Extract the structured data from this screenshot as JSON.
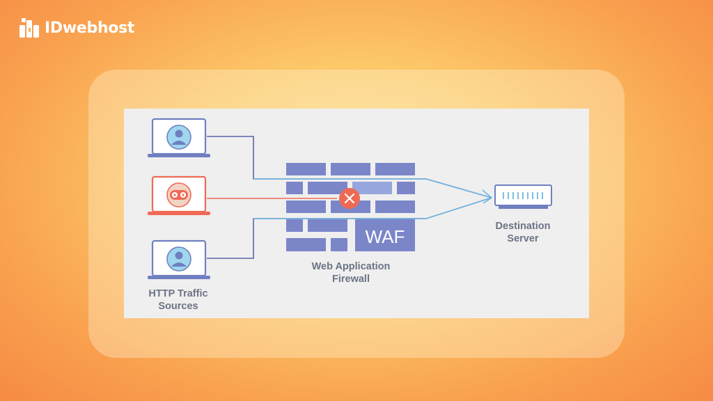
{
  "brand": {
    "name": "IDwebhost",
    "logo_icon": "idwebhost-logo-icon"
  },
  "diagram": {
    "sources": [
      {
        "icon": "user-laptop-icon",
        "status": "legitimate"
      },
      {
        "icon": "malicious-bot-laptop-icon",
        "status": "blocked"
      },
      {
        "icon": "user-laptop-icon",
        "status": "legitimate"
      }
    ],
    "sources_label": [
      "HTTP Traffic",
      "Sources"
    ],
    "firewall_label": [
      "Web Application",
      "Firewall"
    ],
    "firewall_badge": "WAF",
    "blocked_icon": "blocked-x-icon",
    "destination_label": [
      "Destination",
      "Server"
    ],
    "destination_icon": "server-icon",
    "colors": {
      "legit_line": "#5b63a8",
      "allowed_line": "#6fb6e0",
      "blocked_line": "#ee6a55",
      "wall": "#7b86c9",
      "wall_light": "#97a6dc",
      "laptop_frame": "#6f7fc1",
      "laptop_screen": "#9fd7ef",
      "laptop_bad_frame": "#ee6a55",
      "laptop_bad_screen": "#f3d3c4"
    }
  }
}
